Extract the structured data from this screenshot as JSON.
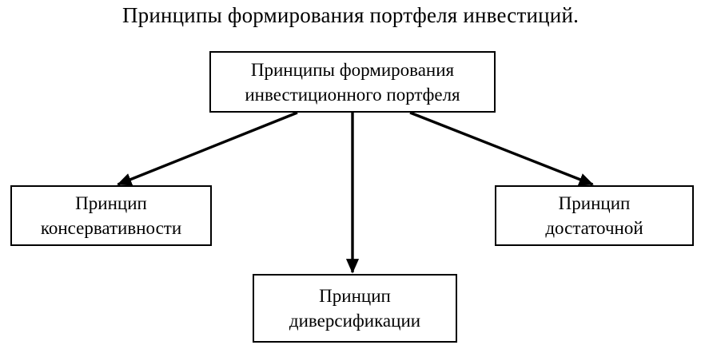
{
  "diagram": {
    "type": "tree-hierarchy",
    "title": "Принципы формирования портфеля инвестиций.",
    "background_color": "#ffffff",
    "line_color": "#000000",
    "text_color": "#000000",
    "nodes": {
      "root": {
        "line1": "Принципы формирования",
        "line2": "инвестиционного портфеля"
      },
      "conservatism": {
        "line1": "Принцип",
        "line2": "консервативности"
      },
      "sufficient": {
        "line1": "Принцип",
        "line2": "достаточной"
      },
      "diversification": {
        "line1": "Принцип",
        "line2": "диверсификации"
      }
    },
    "edges": [
      {
        "name": "root-to-conservatism",
        "from": "root",
        "to": "conservatism",
        "direction": "down-left"
      },
      {
        "name": "root-to-diversification",
        "from": "root",
        "to": "diversification",
        "direction": "down"
      },
      {
        "name": "root-to-sufficient",
        "from": "root",
        "to": "sufficient",
        "direction": "down-right"
      }
    ]
  }
}
